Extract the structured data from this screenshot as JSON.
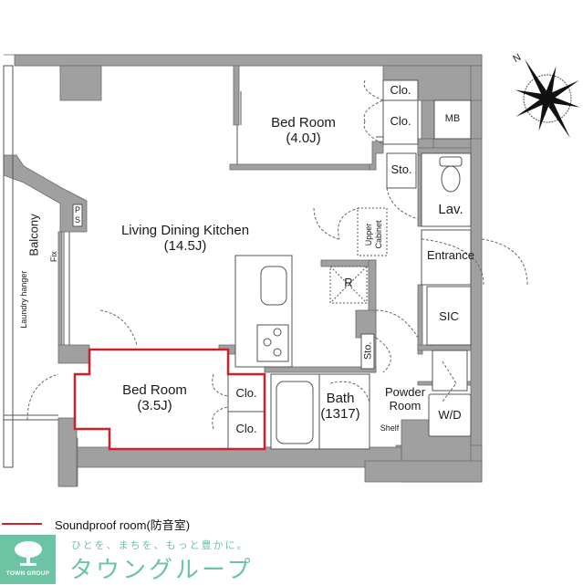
{
  "floorplan": {
    "rooms": {
      "ldk": {
        "name": "Living Dining Kitchen",
        "size": "(14.5J)"
      },
      "bedroom_1": {
        "name": "Bed Room",
        "size": "(4.0J)"
      },
      "bedroom_2": {
        "name": "Bed Room",
        "size": "(3.5J)",
        "soundproof": true
      },
      "bath": {
        "name": "Bath",
        "size": "(1317)"
      },
      "powder_room": {
        "name_line1": "Powder",
        "name_line2": "Room"
      },
      "entrance": {
        "name": "Entrance"
      },
      "lav": {
        "name": "Lav."
      },
      "sic": {
        "name": "SIC"
      },
      "mb": {
        "name": "MB"
      },
      "balcony": {
        "name": "Balcony"
      }
    },
    "fixtures": {
      "closet_label": "Clo.",
      "storage_label": "Sto.",
      "ps_label": "PS",
      "ps_p": "P",
      "ps_s": "S",
      "upper_cabinet_line1": "Upper",
      "upper_cabinet_line2": "Cabinet",
      "refrigerator_label": "R",
      "washer_dryer_label": "W/D",
      "shelf_label": "Shelf",
      "fix_label": "Fix",
      "laundry_hanger_label": "Laundry hanger"
    },
    "compass": {
      "north_label": "N",
      "rotation_deg": -30
    }
  },
  "legend": {
    "line_color": "#d0212b",
    "label": "Soundproof room(防音室)"
  },
  "company": {
    "brand_en": "TOWN GROUP",
    "tagline": "ひとを、まちを、もっと豊かに。",
    "brand_kana": "タウングループ",
    "brand_color": "#6cc4a4"
  },
  "colors": {
    "wall": "#a0a0a0",
    "wall_stroke": "#6a6a6a",
    "line": "#555555",
    "soundproof": "#d0212b"
  }
}
